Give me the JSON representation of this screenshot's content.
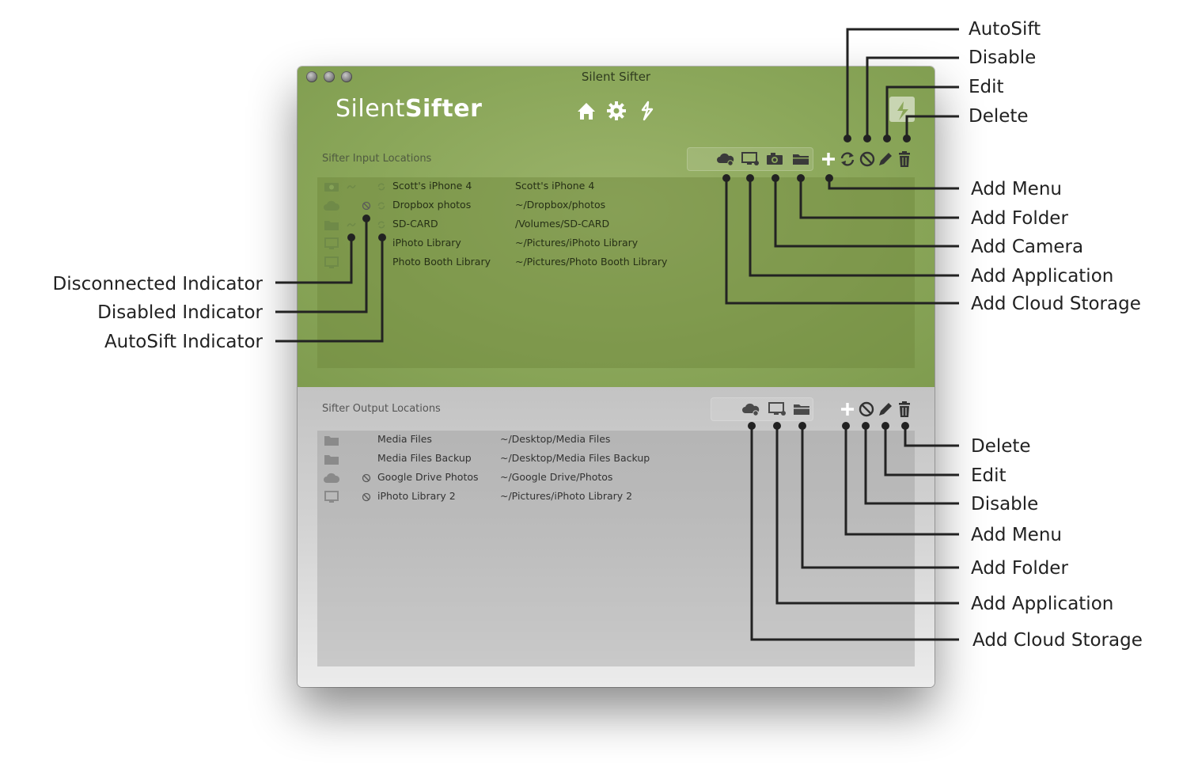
{
  "window": {
    "title": "Silent Sifter"
  },
  "logo": {
    "light": "Silent",
    "bold": "Sifter"
  },
  "input": {
    "title": "Sifter Input Locations",
    "rows": [
      {
        "type": "camera-icon",
        "disconnected": true,
        "disabled": false,
        "autosift": true,
        "name": "Scott's iPhone 4",
        "path": "Scott's iPhone 4"
      },
      {
        "type": "cloud-icon",
        "disconnected": false,
        "disabled": true,
        "autosift": true,
        "name": "Dropbox photos",
        "path": "~/Dropbox/photos"
      },
      {
        "type": "folder-icon",
        "disconnected": true,
        "disabled": false,
        "autosift": true,
        "name": "SD-CARD",
        "path": "/Volumes/SD-CARD"
      },
      {
        "type": "monitor-icon",
        "disconnected": false,
        "disabled": false,
        "autosift": false,
        "name": "iPhoto Library",
        "path": "~/Pictures/iPhoto Library"
      },
      {
        "type": "monitor-icon",
        "disconnected": false,
        "disabled": false,
        "autosift": false,
        "name": "Photo Booth Library",
        "path": "~/Pictures/Photo Booth Library"
      }
    ]
  },
  "output": {
    "title": "Sifter Output Locations",
    "rows": [
      {
        "type": "folder-icon",
        "disabled": false,
        "name": "Media Files",
        "path": "~/Desktop/Media Files"
      },
      {
        "type": "folder-icon",
        "disabled": false,
        "name": "Media Files Backup",
        "path": "~/Desktop/Media Files Backup"
      },
      {
        "type": "cloud-icon",
        "disabled": true,
        "name": "Google Drive Photos",
        "path": "~/Google Drive/Photos"
      },
      {
        "type": "monitor-icon",
        "disabled": true,
        "name": "iPhoto Library 2",
        "path": "~/Pictures/iPhoto Library 2"
      }
    ]
  },
  "annotations": {
    "top_right": [
      "AutoSift",
      "Disable",
      "Edit",
      "Delete"
    ],
    "input_right": [
      "Add Menu",
      "Add Folder",
      "Add Camera",
      "Add Application",
      "Add Cloud Storage"
    ],
    "left": [
      "Disconnected Indicator",
      "Disabled Indicator",
      "AutoSift Indicator"
    ],
    "output_right": [
      "Delete",
      "Edit",
      "Disable",
      "Add Menu",
      "Add Folder",
      "Add Application",
      "Add Cloud Storage"
    ]
  },
  "colors": {
    "input_bg": "#8ba75a",
    "output_bg": "#d2d2d2",
    "line": "#222222"
  }
}
